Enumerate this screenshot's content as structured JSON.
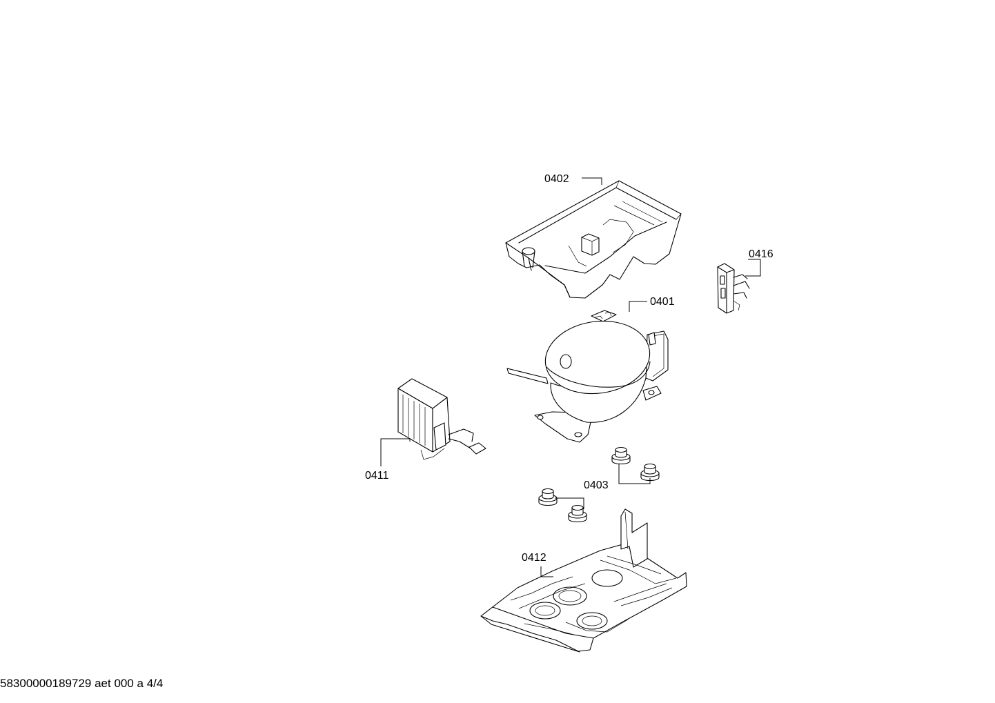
{
  "parts": [
    {
      "id": "0402",
      "name": "drip-tray"
    },
    {
      "id": "0416",
      "name": "relay-clip"
    },
    {
      "id": "0401",
      "name": "compressor"
    },
    {
      "id": "0411",
      "name": "inverter-box"
    },
    {
      "id": "0403",
      "name": "rubber-grommets"
    },
    {
      "id": "0412",
      "name": "base-plate"
    }
  ],
  "footer": {
    "doc_ref": "58300000189729 aet 000 a 4/4"
  }
}
